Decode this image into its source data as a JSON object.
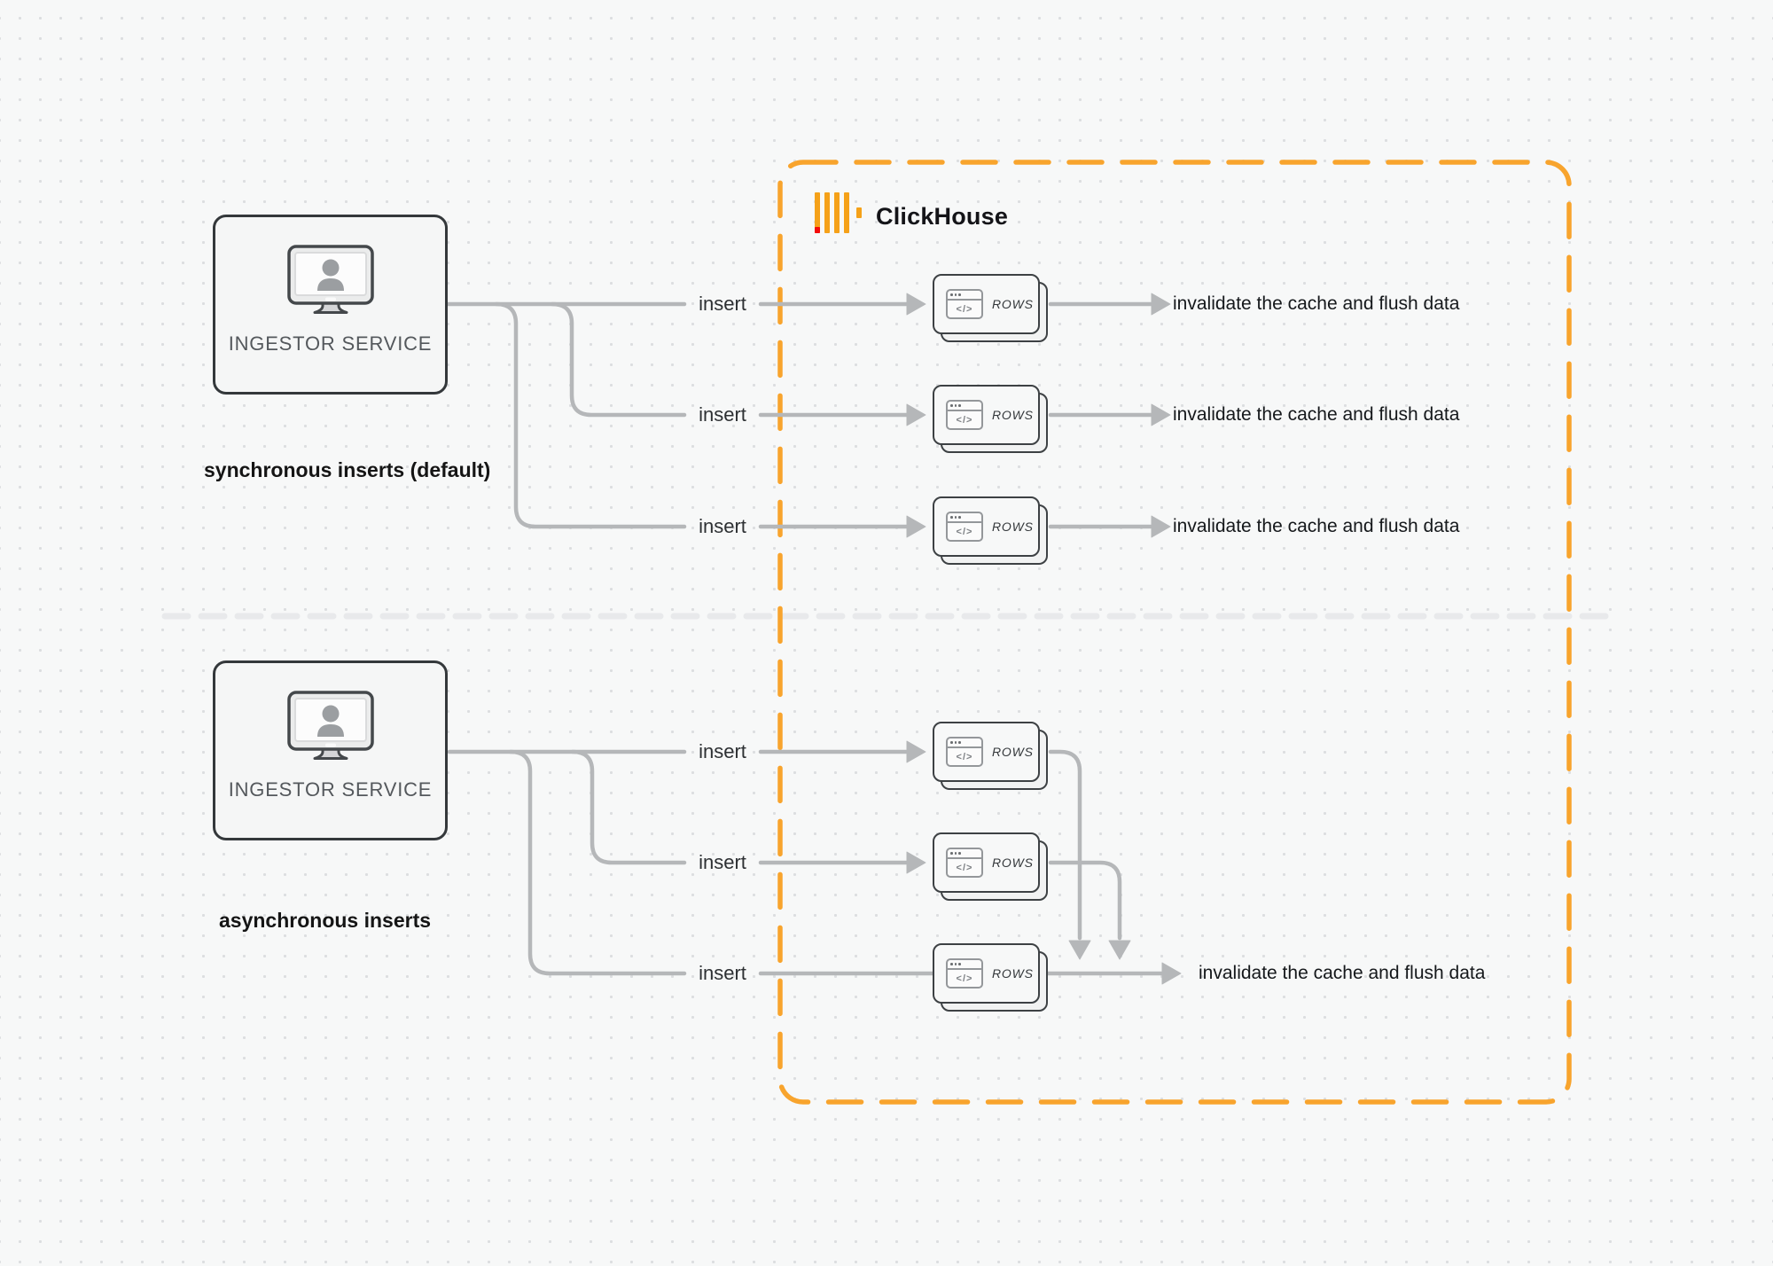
{
  "clickhouse": {
    "brand": "ClickHouse"
  },
  "sync": {
    "service_label": "INGESTOR SERVICE",
    "caption": "synchronous inserts (default)",
    "rows": [
      {
        "insert": "insert",
        "rows_label": "ROWS",
        "result": "invalidate the cache and flush data"
      },
      {
        "insert": "insert",
        "rows_label": "ROWS",
        "result": "invalidate the cache and flush data"
      },
      {
        "insert": "insert",
        "rows_label": "ROWS",
        "result": "invalidate the cache and flush data"
      }
    ]
  },
  "async": {
    "service_label": "INGESTOR SERVICE",
    "caption": "asynchronous inserts",
    "rows": [
      {
        "insert": "insert",
        "rows_label": "ROWS"
      },
      {
        "insert": "insert",
        "rows_label": "ROWS"
      },
      {
        "insert": "insert",
        "rows_label": "ROWS",
        "result": "invalidate the cache and flush data"
      }
    ]
  },
  "glyphs": {
    "code": "</>"
  },
  "icons": {
    "clickhouse-logo-icon": "four amber bars with red tip plus short bar",
    "monitor-user-icon": "monitor with user silhouette",
    "code-window-icon": "browser window with </>"
  },
  "colors": {
    "accent_orange": "#F8A42D",
    "logo_red": "#F40B0B",
    "connector_gray": "#B5B7B9",
    "divider_gray": "#E8E9EB",
    "node_border": "#34383B",
    "background": "#F7F8F8"
  }
}
